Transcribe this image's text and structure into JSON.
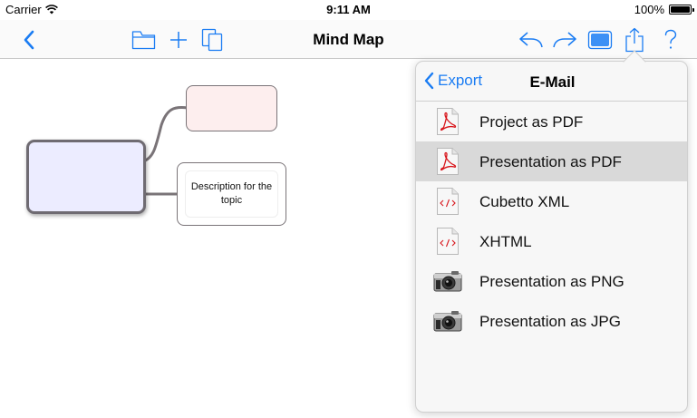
{
  "status_bar": {
    "carrier": "Carrier",
    "time": "9:11 AM",
    "battery": "100%",
    "battery_level": 1.0
  },
  "nav_bar": {
    "title": "Mind Map",
    "left_icons": [
      "chevron-left-icon",
      "folder-icon",
      "plus-icon",
      "duplicate-icon"
    ],
    "right_icons": [
      "undo-icon",
      "redo-icon",
      "presentation-icon",
      "share-icon",
      "help-icon"
    ]
  },
  "canvas": {
    "topic_description": "Description for the topic",
    "colors": {
      "main_topic_fill": "#ececff",
      "main_topic_border": "#6f6b72",
      "top_topic_fill": "#fdeeee",
      "connector": "#7a7478"
    }
  },
  "popover": {
    "back_label": "Export",
    "title": "E-Mail",
    "items": [
      {
        "label": "Project as PDF",
        "icon": "pdf-file-icon",
        "selected": false
      },
      {
        "label": "Presentation as PDF",
        "icon": "pdf-file-icon",
        "selected": true
      },
      {
        "label": "Cubetto XML",
        "icon": "xml-file-icon",
        "selected": false
      },
      {
        "label": "XHTML",
        "icon": "xml-file-icon",
        "selected": false
      },
      {
        "label": "Presentation as PNG",
        "icon": "camera-icon",
        "selected": false
      },
      {
        "label": "Presentation as JPG",
        "icon": "camera-icon",
        "selected": false
      }
    ]
  },
  "colors": {
    "accent": "#1a7cf3",
    "selected_row": "#d9d9d9",
    "pdf_red": "#d8161c"
  }
}
